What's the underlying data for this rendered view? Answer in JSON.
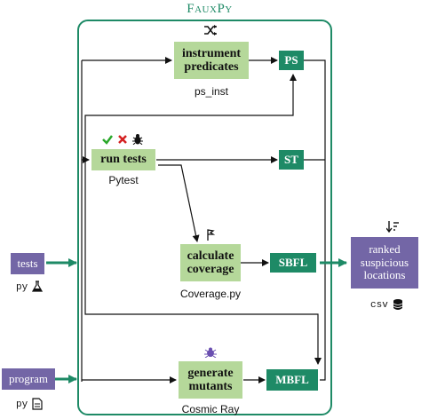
{
  "title": "FauxPy",
  "inputs": {
    "tests": {
      "label": "tests",
      "type": "py"
    },
    "program": {
      "label": "program",
      "type": "py"
    }
  },
  "steps": {
    "instrument": {
      "label_line1": "instrument",
      "label_line2": "predicates",
      "tool": "ps_inst"
    },
    "run_tests": {
      "label": "run tests",
      "tool": "Pytest"
    },
    "coverage": {
      "label_line1": "calculate",
      "label_line2": "coverage",
      "tool": "Coverage.py"
    },
    "mutants": {
      "label_line1": "generate",
      "label_line2": "mutants",
      "tool": "Cosmic Ray"
    }
  },
  "techniques": {
    "ps": "PS",
    "st": "ST",
    "sbfl": "SBFL",
    "mbfl": "MBFL"
  },
  "output": {
    "line1": "ranked",
    "line2": "suspicious",
    "line3": "locations",
    "format": "csv"
  },
  "icons": {
    "instrument": "shuffle-icon",
    "run_tests": [
      "check-icon",
      "cross-icon",
      "bug-icon"
    ],
    "coverage": "coverage-flag-icon",
    "mutants": "mutant-bug-icon",
    "tests_file": "flask-icon",
    "program_file": "document-icon",
    "output_sort": "sort-icon",
    "output_csv": "database-icon"
  },
  "colors": {
    "frame": "#1e8a66",
    "step_fill": "#b5d89a",
    "technique_fill": "#1e8a66",
    "io_fill": "#7366a6"
  }
}
